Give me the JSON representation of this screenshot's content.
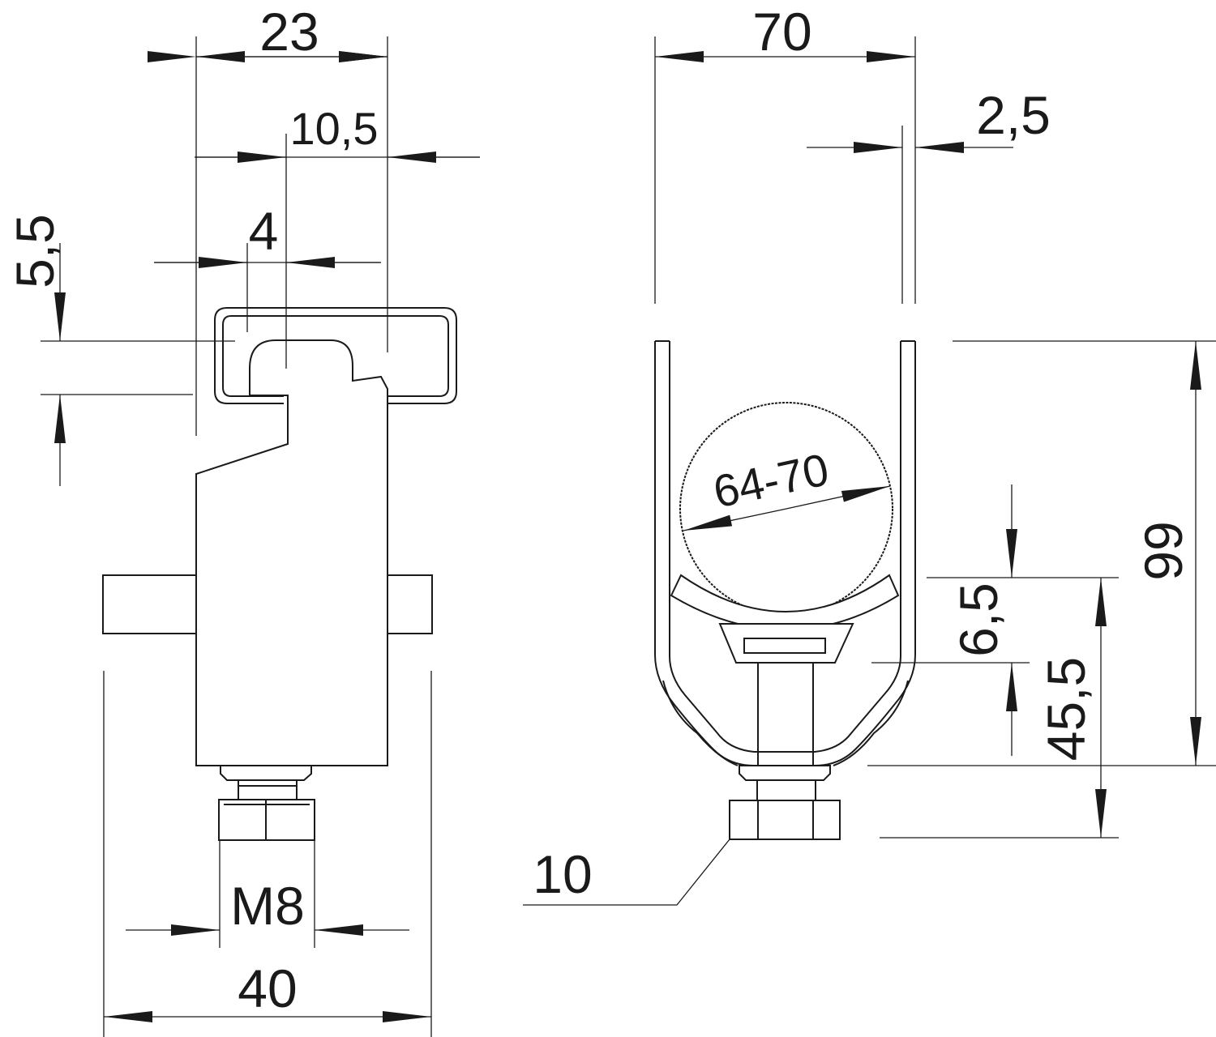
{
  "dimensions": {
    "side_width_top": "23",
    "slot_offset": "10,5",
    "slot_width": "4",
    "rail_lip": "5,5",
    "thread": "M8",
    "base_width": "40",
    "clamp_width": "70",
    "wall_thickness": "2,5",
    "pipe_range": "64-70",
    "saddle_offset": "6,5",
    "center_height": "45,5",
    "total_height": "99",
    "wrench_size": "10"
  },
  "colors": {
    "line": "#1a1a1a",
    "background": "#ffffff"
  }
}
